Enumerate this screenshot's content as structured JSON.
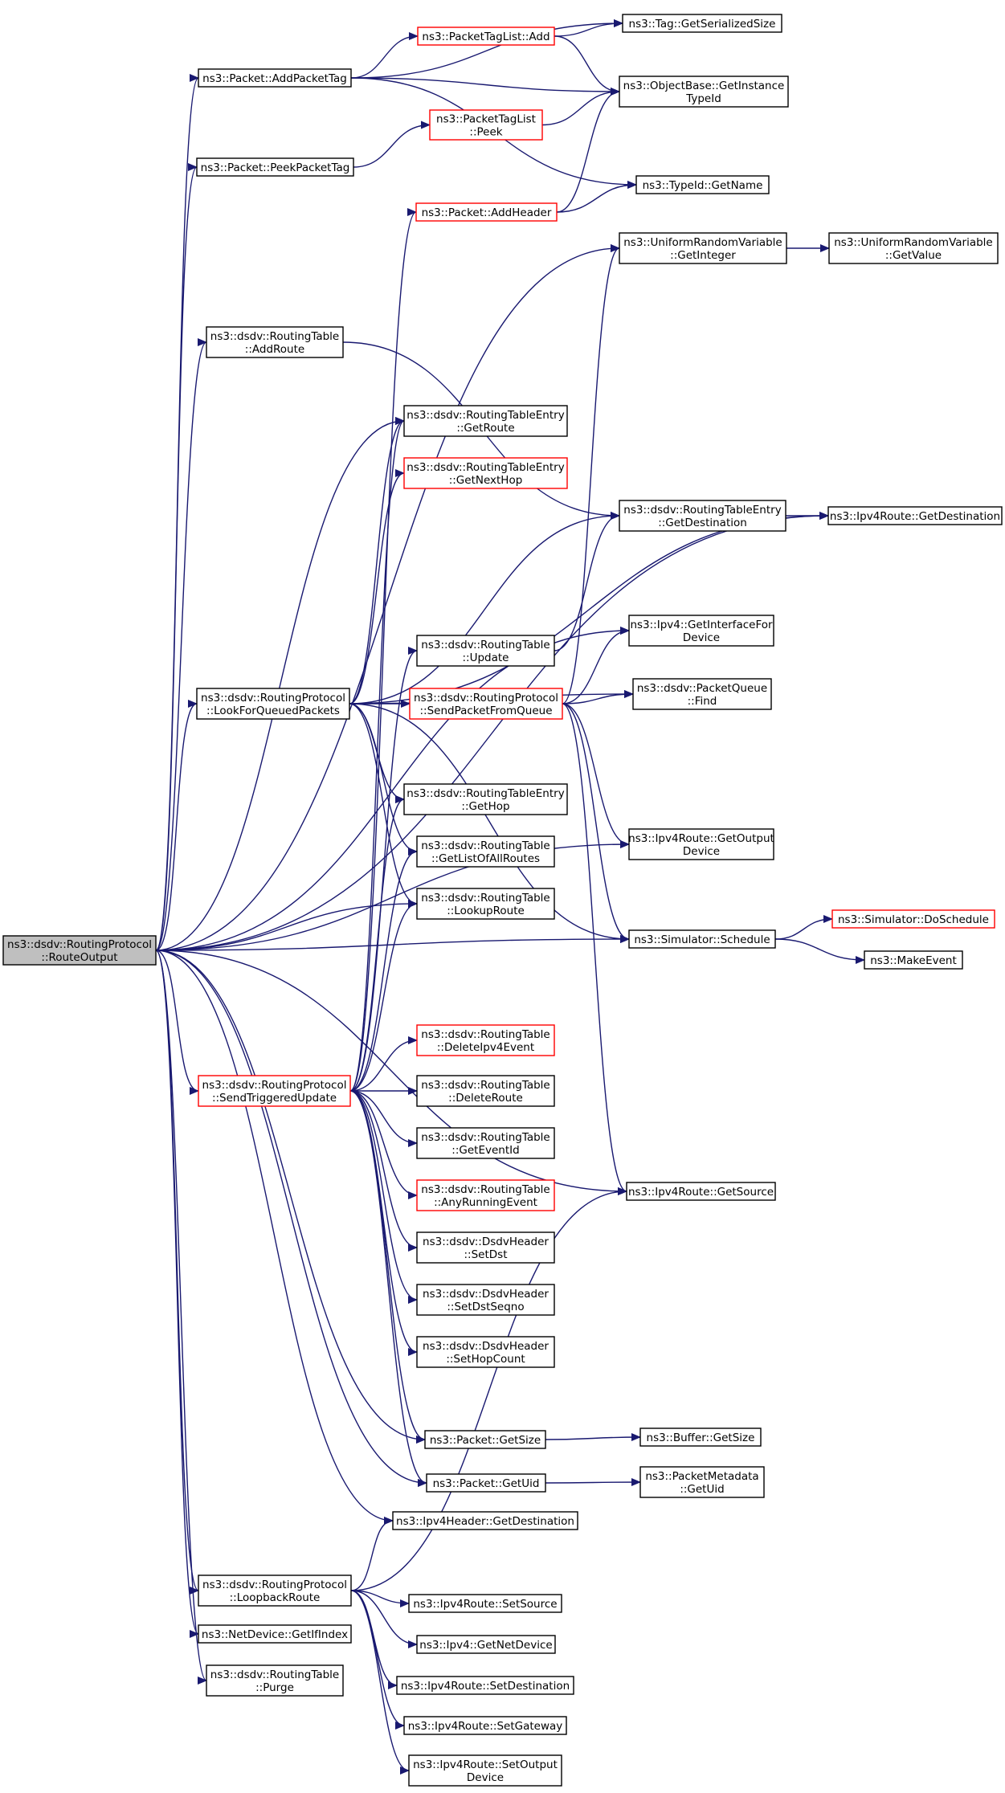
{
  "diagram": {
    "type": "call-graph",
    "colors": {
      "edge": "#191970",
      "node_border": "#000000",
      "truncated_border": "#ff0000",
      "root_fill": "#bfbfbf"
    },
    "nodes": [
      {
        "id": "root",
        "lines": [
          "ns3::dsdv::RoutingProtocol",
          "::RouteOutput"
        ],
        "root": true
      },
      {
        "id": "addPacketTag",
        "lines": [
          "ns3::Packet::AddPacketTag"
        ]
      },
      {
        "id": "tagListAdd",
        "lines": [
          "ns3::PacketTagList::Add"
        ],
        "red": true
      },
      {
        "id": "tagGetSerSize",
        "lines": [
          "ns3::Tag::GetSerializedSize"
        ]
      },
      {
        "id": "objGetInstance",
        "lines": [
          "ns3::ObjectBase::GetInstance",
          "TypeId"
        ]
      },
      {
        "id": "tagListPeek",
        "lines": [
          "ns3::PacketTagList",
          "::Peek"
        ],
        "red": true
      },
      {
        "id": "peekPacketTag",
        "lines": [
          "ns3::Packet::PeekPacketTag"
        ]
      },
      {
        "id": "typeIdGetName",
        "lines": [
          "ns3::TypeId::GetName"
        ]
      },
      {
        "id": "addHeader",
        "lines": [
          "ns3::Packet::AddHeader"
        ],
        "red": true
      },
      {
        "id": "urvGetInteger",
        "lines": [
          "ns3::UniformRandomVariable",
          "::GetInteger"
        ]
      },
      {
        "id": "urvGetValue",
        "lines": [
          "ns3::UniformRandomVariable",
          "::GetValue"
        ]
      },
      {
        "id": "rtAddRoute",
        "lines": [
          "ns3::dsdv::RoutingTable",
          "::AddRoute"
        ]
      },
      {
        "id": "rteGetRoute",
        "lines": [
          "ns3::dsdv::RoutingTableEntry",
          "::GetRoute"
        ]
      },
      {
        "id": "rteGetNextHop",
        "lines": [
          "ns3::dsdv::RoutingTableEntry",
          "::GetNextHop"
        ],
        "red": true
      },
      {
        "id": "rteGetDestination",
        "lines": [
          "ns3::dsdv::RoutingTableEntry",
          "::GetDestination"
        ]
      },
      {
        "id": "ipv4RouteGetDest",
        "lines": [
          "ns3::Ipv4Route::GetDestination"
        ]
      },
      {
        "id": "ipv4GetIfForDev",
        "lines": [
          "ns3::Ipv4::GetInterfaceFor",
          "Device"
        ]
      },
      {
        "id": "rtUpdate",
        "lines": [
          "ns3::dsdv::RoutingTable",
          "::Update"
        ]
      },
      {
        "id": "lookForQueued",
        "lines": [
          "ns3::dsdv::RoutingProtocol",
          "::LookForQueuedPackets"
        ]
      },
      {
        "id": "sendPacketFromQueue",
        "lines": [
          "ns3::dsdv::RoutingProtocol",
          "::SendPacketFromQueue"
        ],
        "red": true
      },
      {
        "id": "pqFind",
        "lines": [
          "ns3::dsdv::PacketQueue",
          "::Find"
        ]
      },
      {
        "id": "rteGetHop",
        "lines": [
          "ns3::dsdv::RoutingTableEntry",
          "::GetHop"
        ]
      },
      {
        "id": "ipv4RouteGetOutDev",
        "lines": [
          "ns3::Ipv4Route::GetOutput",
          "Device"
        ]
      },
      {
        "id": "rtGetListOfAll",
        "lines": [
          "ns3::dsdv::RoutingTable",
          "::GetListOfAllRoutes"
        ]
      },
      {
        "id": "rtLookupRoute",
        "lines": [
          "ns3::dsdv::RoutingTable",
          "::LookupRoute"
        ]
      },
      {
        "id": "simDoSchedule",
        "lines": [
          "ns3::Simulator::DoSchedule"
        ],
        "red": true
      },
      {
        "id": "simSchedule",
        "lines": [
          "ns3::Simulator::Schedule"
        ]
      },
      {
        "id": "makeEvent",
        "lines": [
          "ns3::MakeEvent"
        ]
      },
      {
        "id": "rtDeleteIpv4Event",
        "lines": [
          "ns3::dsdv::RoutingTable",
          "::DeleteIpv4Event"
        ],
        "red": true
      },
      {
        "id": "sendTriggered",
        "lines": [
          "ns3::dsdv::RoutingProtocol",
          "::SendTriggeredUpdate"
        ],
        "red": true
      },
      {
        "id": "rtDeleteRoute",
        "lines": [
          "ns3::dsdv::RoutingTable",
          "::DeleteRoute"
        ]
      },
      {
        "id": "rtGetEventId",
        "lines": [
          "ns3::dsdv::RoutingTable",
          "::GetEventId"
        ]
      },
      {
        "id": "rtAnyRunning",
        "lines": [
          "ns3::dsdv::RoutingTable",
          "::AnyRunningEvent"
        ],
        "red": true
      },
      {
        "id": "ipv4RouteGetSource",
        "lines": [
          "ns3::Ipv4Route::GetSource"
        ]
      },
      {
        "id": "hdrSetDst",
        "lines": [
          "ns3::dsdv::DsdvHeader",
          "::SetDst"
        ]
      },
      {
        "id": "hdrSetDstSeqno",
        "lines": [
          "ns3::dsdv::DsdvHeader",
          "::SetDstSeqno"
        ]
      },
      {
        "id": "hdrSetHopCount",
        "lines": [
          "ns3::dsdv::DsdvHeader",
          "::SetHopCount"
        ]
      },
      {
        "id": "packetGetSize",
        "lines": [
          "ns3::Packet::GetSize"
        ]
      },
      {
        "id": "bufferGetSize",
        "lines": [
          "ns3::Buffer::GetSize"
        ]
      },
      {
        "id": "packetGetUid",
        "lines": [
          "ns3::Packet::GetUid"
        ]
      },
      {
        "id": "pmGetUid",
        "lines": [
          "ns3::PacketMetadata",
          "::GetUid"
        ]
      },
      {
        "id": "ipv4HdrGetDest",
        "lines": [
          "ns3::Ipv4Header::GetDestination"
        ]
      },
      {
        "id": "loopbackRoute",
        "lines": [
          "ns3::dsdv::RoutingProtocol",
          "::LoopbackRoute"
        ]
      },
      {
        "id": "ipv4RouteSetSource",
        "lines": [
          "ns3::Ipv4Route::SetSource"
        ]
      },
      {
        "id": "netDevGetIfIndex",
        "lines": [
          "ns3::NetDevice::GetIfIndex"
        ]
      },
      {
        "id": "ipv4GetNetDevice",
        "lines": [
          "ns3::Ipv4::GetNetDevice"
        ]
      },
      {
        "id": "rtPurge",
        "lines": [
          "ns3::dsdv::RoutingTable",
          "::Purge"
        ]
      },
      {
        "id": "ipv4RouteSetDest",
        "lines": [
          "ns3::Ipv4Route::SetDestination"
        ]
      },
      {
        "id": "ipv4RouteSetGateway",
        "lines": [
          "ns3::Ipv4Route::SetGateway"
        ]
      },
      {
        "id": "ipv4RouteSetOutDev",
        "lines": [
          "ns3::Ipv4Route::SetOutput",
          "Device"
        ]
      }
    ],
    "edges": [
      [
        "root",
        "addPacketTag"
      ],
      [
        "root",
        "peekPacketTag"
      ],
      [
        "root",
        "urvGetInteger"
      ],
      [
        "root",
        "rtAddRoute"
      ],
      [
        "root",
        "ipv4RouteGetDest"
      ],
      [
        "root",
        "ipv4GetIfForDev"
      ],
      [
        "root",
        "rteGetRoute"
      ],
      [
        "root",
        "lookForQueued"
      ],
      [
        "root",
        "rtLookupRoute"
      ],
      [
        "root",
        "ipv4RouteGetOutDev"
      ],
      [
        "root",
        "simSchedule"
      ],
      [
        "root",
        "sendTriggered"
      ],
      [
        "root",
        "ipv4RouteGetSource"
      ],
      [
        "root",
        "packetGetSize"
      ],
      [
        "root",
        "packetGetUid"
      ],
      [
        "root",
        "ipv4HdrGetDest"
      ],
      [
        "root",
        "loopbackRoute"
      ],
      [
        "root",
        "netDevGetIfIndex"
      ],
      [
        "root",
        "rtPurge"
      ],
      [
        "addPacketTag",
        "tagListAdd"
      ],
      [
        "addPacketTag",
        "tagGetSerSize"
      ],
      [
        "addPacketTag",
        "objGetInstance"
      ],
      [
        "addPacketTag",
        "typeIdGetName"
      ],
      [
        "tagListAdd",
        "tagGetSerSize"
      ],
      [
        "tagListAdd",
        "objGetInstance"
      ],
      [
        "peekPacketTag",
        "tagListPeek"
      ],
      [
        "tagListPeek",
        "objGetInstance"
      ],
      [
        "addHeader",
        "objGetInstance"
      ],
      [
        "addHeader",
        "typeIdGetName"
      ],
      [
        "urvGetInteger",
        "urvGetValue"
      ],
      [
        "rtAddRoute",
        "rteGetDestination"
      ],
      [
        "rteGetDestination",
        "ipv4RouteGetDest"
      ],
      [
        "rtUpdate",
        "rteGetDestination"
      ],
      [
        "lookForQueued",
        "rteGetRoute"
      ],
      [
        "lookForQueued",
        "rteGetNextHop"
      ],
      [
        "lookForQueued",
        "rteGetDestination"
      ],
      [
        "lookForQueued",
        "ipv4RouteGetDest"
      ],
      [
        "lookForQueued",
        "pqFind"
      ],
      [
        "lookForQueued",
        "sendPacketFromQueue"
      ],
      [
        "lookForQueued",
        "rteGetHop"
      ],
      [
        "lookForQueued",
        "rtGetListOfAll"
      ],
      [
        "lookForQueued",
        "rtLookupRoute"
      ],
      [
        "lookForQueued",
        "simSchedule"
      ],
      [
        "sendPacketFromQueue",
        "urvGetInteger"
      ],
      [
        "sendPacketFromQueue",
        "ipv4GetIfForDev"
      ],
      [
        "sendPacketFromQueue",
        "pqFind"
      ],
      [
        "sendPacketFromQueue",
        "ipv4RouteGetOutDev"
      ],
      [
        "sendPacketFromQueue",
        "ipv4RouteGetSource"
      ],
      [
        "sendPacketFromQueue",
        "simSchedule"
      ],
      [
        "simSchedule",
        "simDoSchedule"
      ],
      [
        "simSchedule",
        "makeEvent"
      ],
      [
        "sendTriggered",
        "addHeader"
      ],
      [
        "sendTriggered",
        "rteGetRoute"
      ],
      [
        "sendTriggered",
        "rtUpdate"
      ],
      [
        "sendTriggered",
        "rteGetHop"
      ],
      [
        "sendTriggered",
        "rtGetListOfAll"
      ],
      [
        "sendTriggered",
        "rtLookupRoute"
      ],
      [
        "sendTriggered",
        "rtDeleteIpv4Event"
      ],
      [
        "sendTriggered",
        "rtDeleteRoute"
      ],
      [
        "sendTriggered",
        "rtGetEventId"
      ],
      [
        "sendTriggered",
        "rtAnyRunning"
      ],
      [
        "sendTriggered",
        "hdrSetDst"
      ],
      [
        "sendTriggered",
        "hdrSetDstSeqno"
      ],
      [
        "sendTriggered",
        "hdrSetHopCount"
      ],
      [
        "sendTriggered",
        "packetGetSize"
      ],
      [
        "sendTriggered",
        "packetGetUid"
      ],
      [
        "packetGetSize",
        "bufferGetSize"
      ],
      [
        "packetGetUid",
        "pmGetUid"
      ],
      [
        "loopbackRoute",
        "ipv4HdrGetDest"
      ],
      [
        "loopbackRoute",
        "ipv4RouteGetSource"
      ],
      [
        "loopbackRoute",
        "ipv4RouteSetSource"
      ],
      [
        "loopbackRoute",
        "ipv4GetNetDevice"
      ],
      [
        "loopbackRoute",
        "ipv4RouteSetDest"
      ],
      [
        "loopbackRoute",
        "ipv4RouteSetGateway"
      ],
      [
        "loopbackRoute",
        "ipv4RouteSetOutDev"
      ]
    ]
  }
}
